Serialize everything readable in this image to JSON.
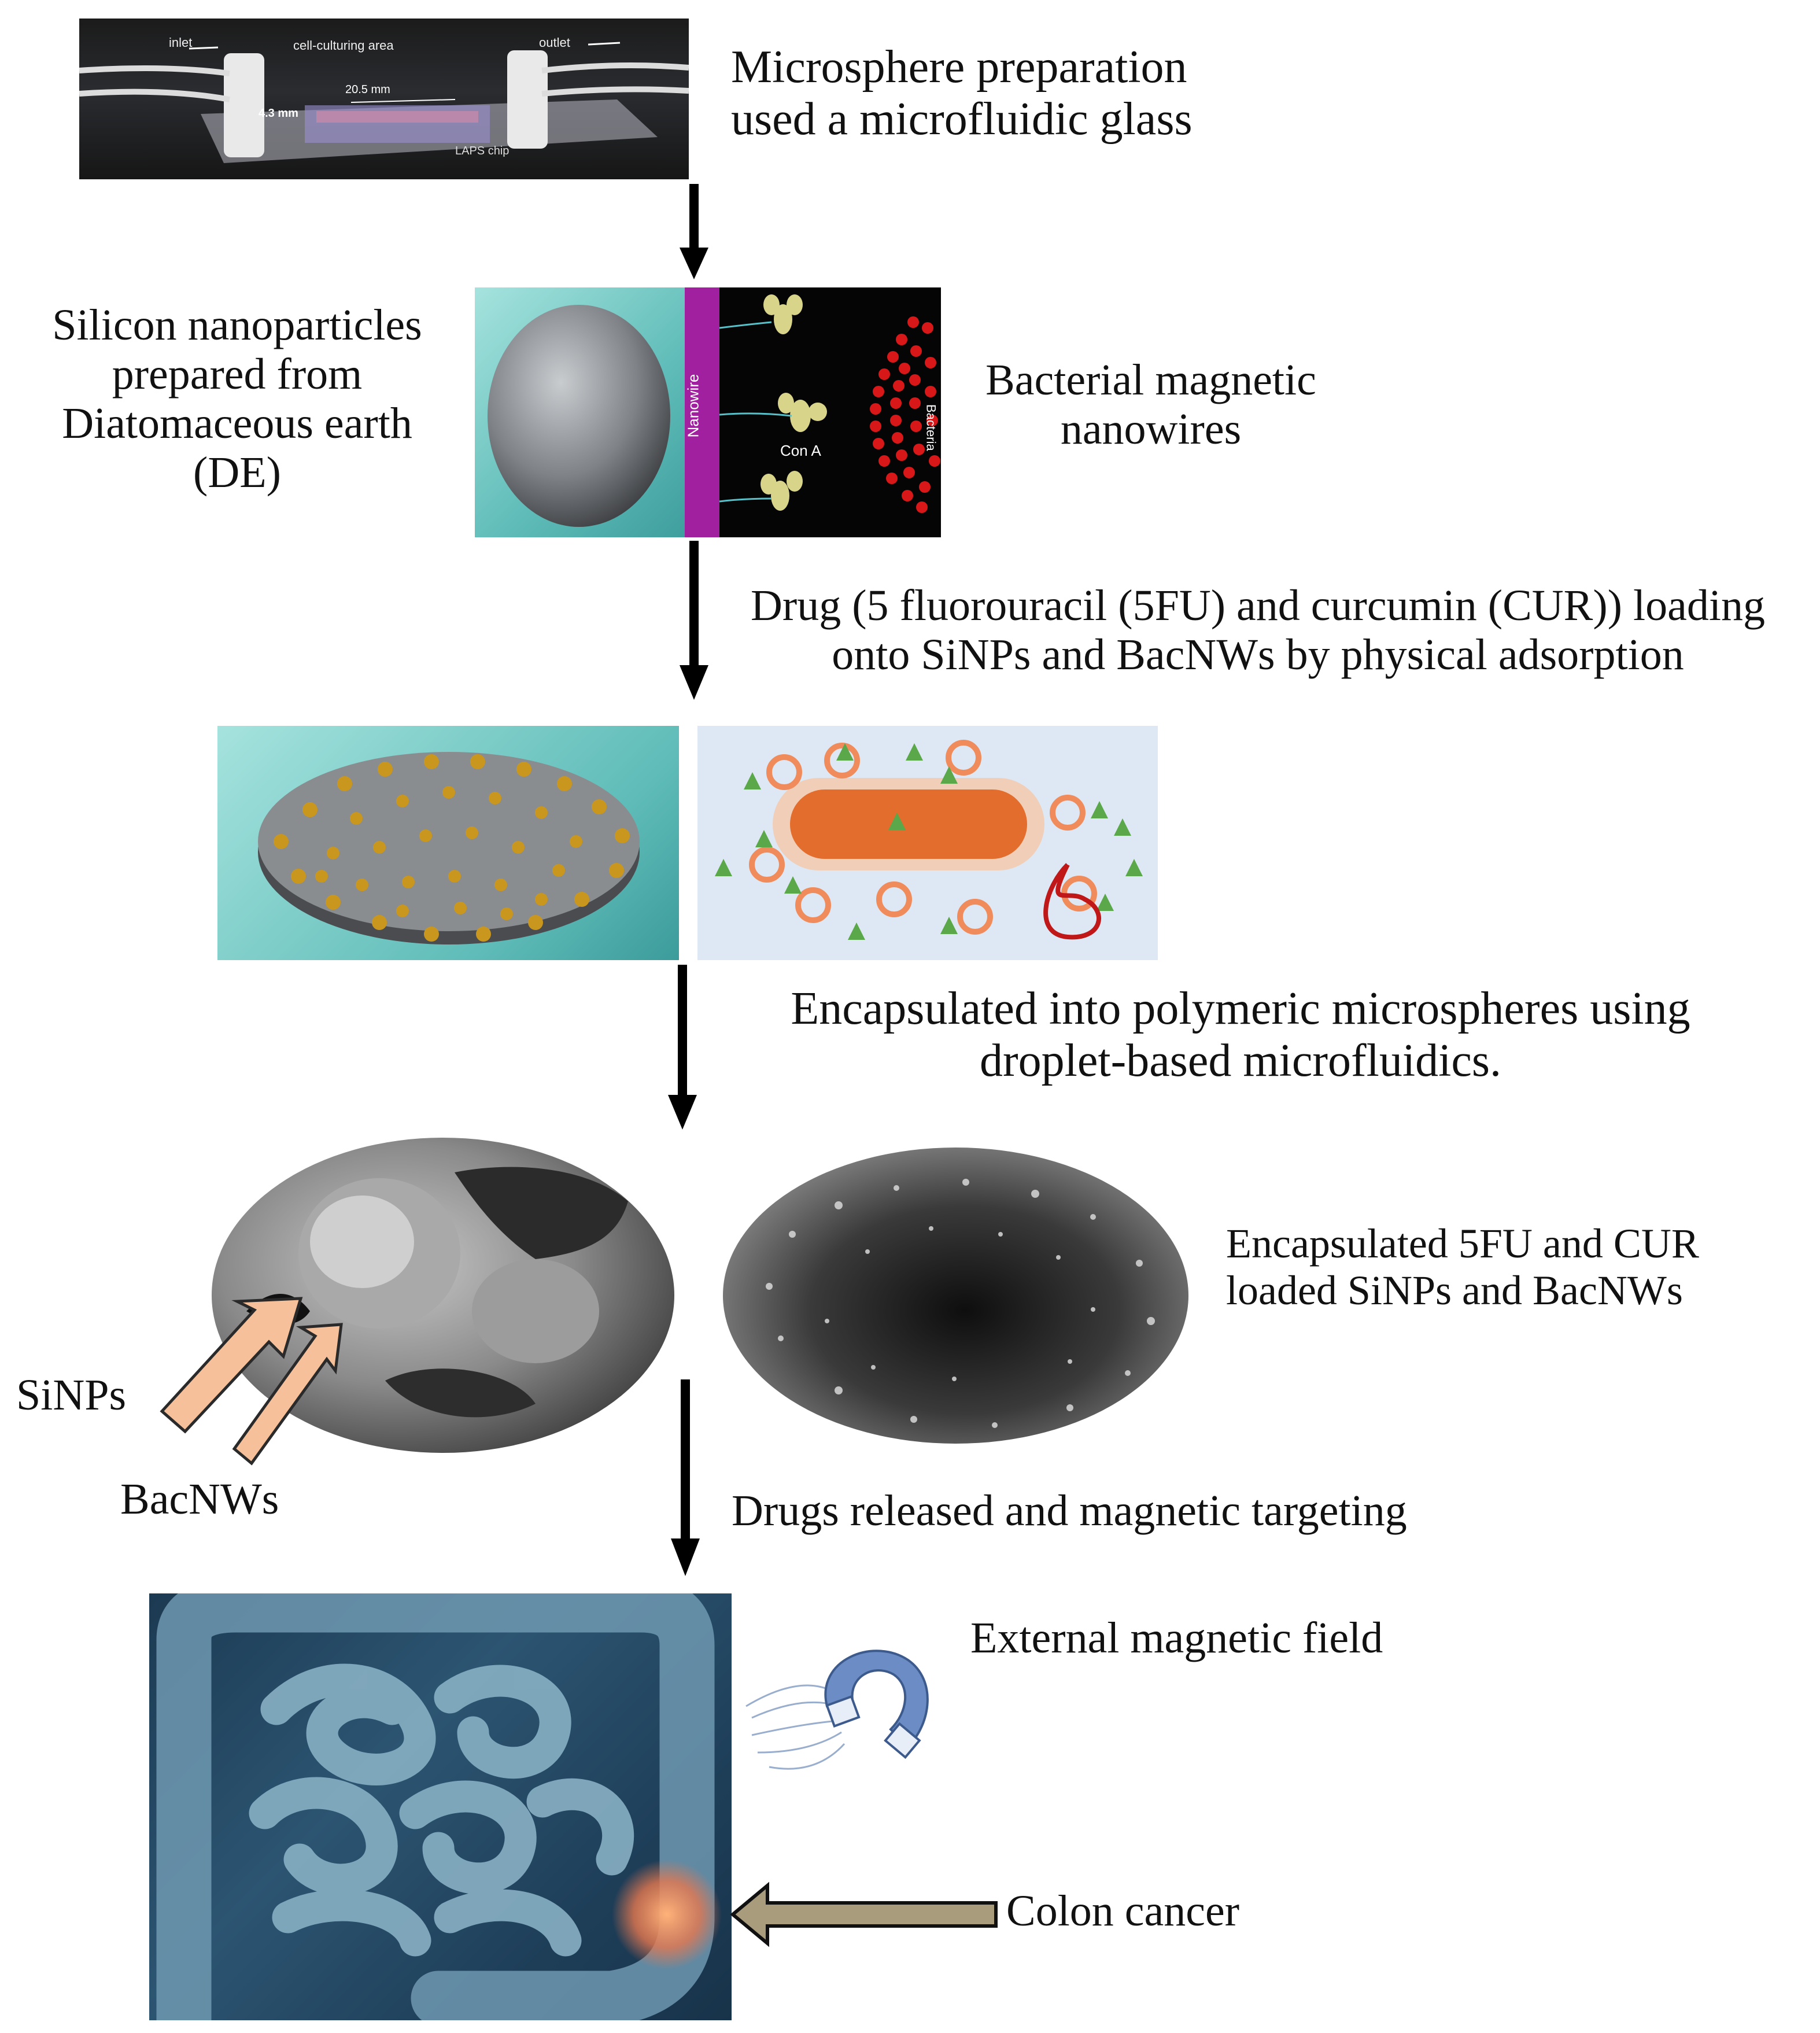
{
  "steps": {
    "step1": {
      "line1": "Microsphere preparation",
      "line2": "used a microfluidic glass"
    },
    "chip": {
      "inlet": "inlet",
      "outlet": "outlet",
      "area": "cell-culturing area",
      "dim1": "20.5 mm",
      "dim2": "4.3 mm",
      "chip": "LAPS chip"
    },
    "silicon": {
      "line1": "Silicon nanoparticles",
      "line2": "prepared from",
      "line3": "Diatomaceous earth",
      "line4": "(DE)"
    },
    "bacterial": {
      "line1": "Bacterial magnetic",
      "line2": "nanowires"
    },
    "nanowire_panel": {
      "nanowire": "Nanowire",
      "cona": "Con A",
      "bacteria": "Bacteria"
    },
    "drug": {
      "line1": "Drug (5 fluorouracil (5FU) and curcumin (CUR)) loading",
      "line2": "onto SiNPs and BacNWs by physical adsorption"
    },
    "encaps": {
      "line1": "Encapsulated into polymeric microspheres using",
      "line2": "droplet-based microfluidics."
    },
    "encaps_result": {
      "line1": "Encapsulated 5FU and CUR",
      "line2": "loaded SiNPs and BacNWs"
    },
    "sinps": "SiNPs",
    "bacnws": "BacNWs",
    "release": "Drugs released and magnetic targeting",
    "field": "External magnetic field",
    "colon": "Colon cancer"
  },
  "colors": {
    "arrow": "#000000",
    "pointer_fill": "#f6c19a",
    "pointer_stroke": "#2a2a2a",
    "colon_arrow": "#a89c7c",
    "teal": "#7fd0cf",
    "purple": "#a020a0"
  }
}
